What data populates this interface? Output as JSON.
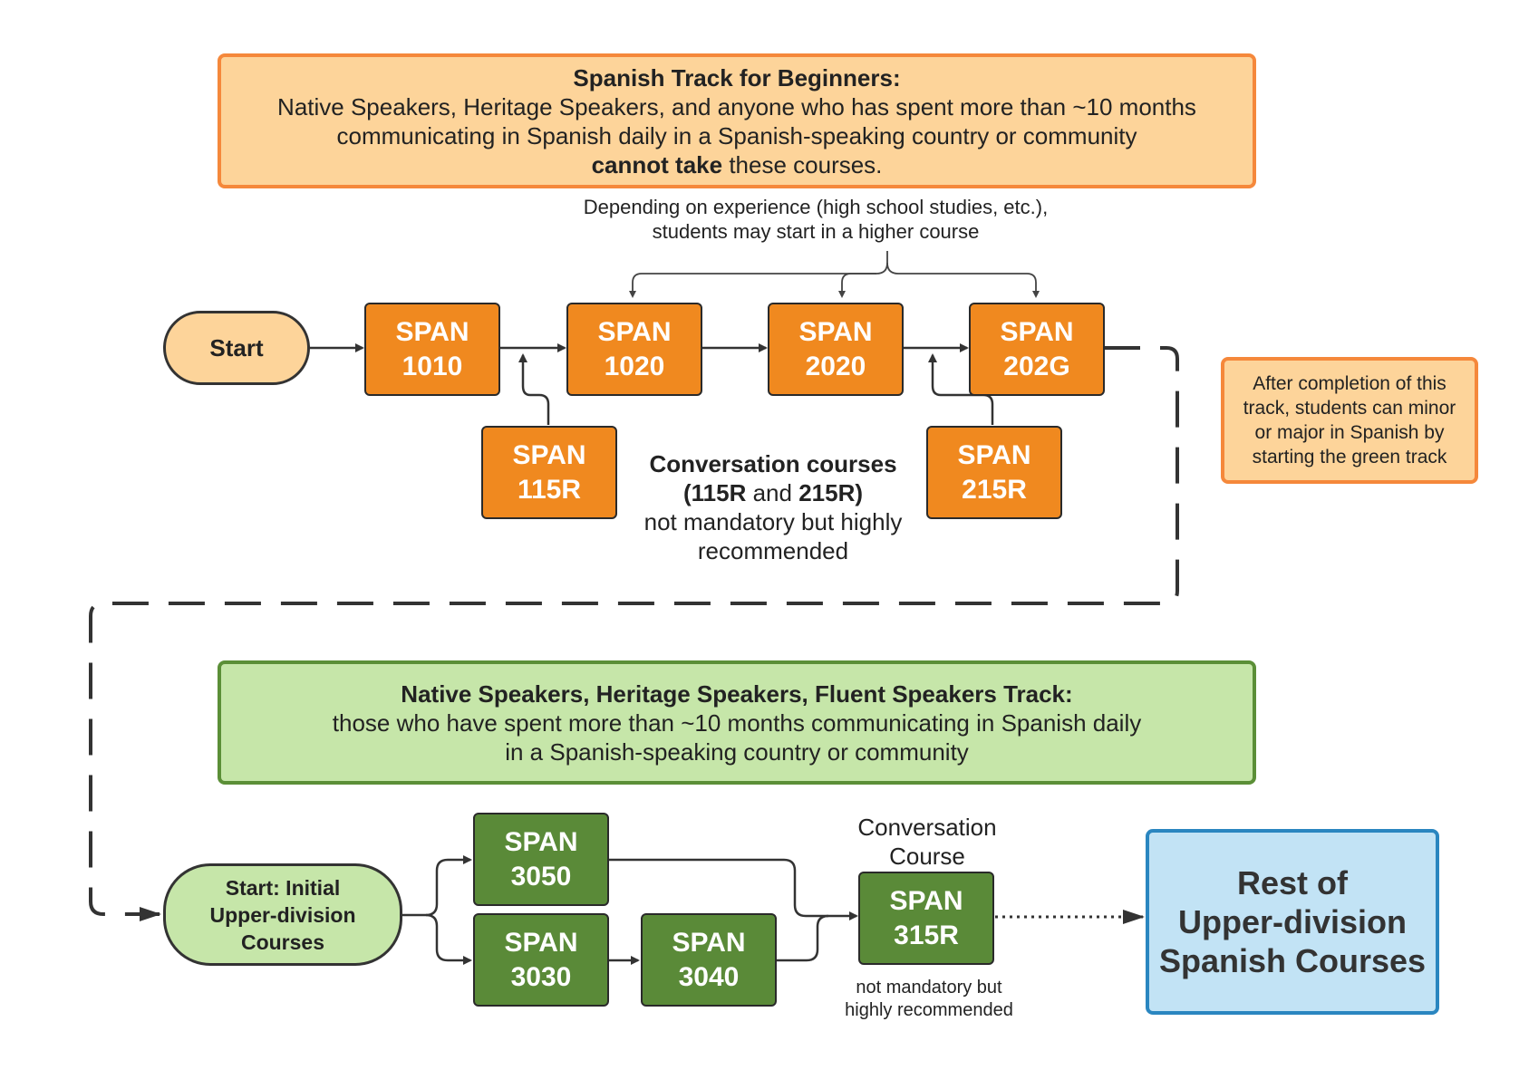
{
  "beginner_banner": {
    "title": "Spanish Track for Beginners:",
    "line1": "Native Speakers, Heritage Speakers, and anyone who has spent more than ~10 months",
    "line2": "communicating in Spanish daily in a Spanish-speaking country or community",
    "line3_bold": "cannot take",
    "line3_rest": " these courses."
  },
  "experience_note": {
    "line1": "Depending on experience (high school studies, etc.),",
    "line2": "students may start in a higher course"
  },
  "start": "Start",
  "beginner_courses": [
    {
      "prefix": "SPAN",
      "number": "1010"
    },
    {
      "prefix": "SPAN",
      "number": "1020"
    },
    {
      "prefix": "SPAN",
      "number": "2020"
    },
    {
      "prefix": "SPAN",
      "number": "202G"
    }
  ],
  "conversation_courses": [
    {
      "prefix": "SPAN",
      "number": "115R"
    },
    {
      "prefix": "SPAN",
      "number": "215R"
    }
  ],
  "conversation_note": {
    "title": "Conversation courses",
    "paren_open": "(",
    "c1": "115R",
    "and": " and ",
    "c2": "215R",
    "paren_close": ")",
    "line3": "not mandatory but highly",
    "line4": "recommended"
  },
  "side_note": {
    "line1": "After completion of this",
    "line2": "track, students can minor",
    "line3": "or major in Spanish by",
    "line4": "starting the green track"
  },
  "fluent_banner": {
    "title": "Native Speakers, Heritage Speakers, Fluent Speakers Track:",
    "line1": "those who have spent more than ~10 months communicating in Spanish daily",
    "line2": "in a Spanish-speaking country or community"
  },
  "upper_start": {
    "line1": "Start: Initial",
    "line2": "Upper-division",
    "line3": "Courses"
  },
  "upper_courses": [
    {
      "prefix": "SPAN",
      "number": "3050"
    },
    {
      "prefix": "SPAN",
      "number": "3030"
    },
    {
      "prefix": "SPAN",
      "number": "3040"
    }
  ],
  "conversation_course_label": {
    "line1": "Conversation",
    "line2": "Course"
  },
  "span315r": {
    "prefix": "SPAN",
    "number": "315R"
  },
  "span315r_note": {
    "line1": "not mandatory but",
    "line2": "highly recommended"
  },
  "final_box": {
    "line1": "Rest of",
    "line2": "Upper-division",
    "line3": "Spanish Courses"
  },
  "colors": {
    "orange": "#f0891f",
    "orange_light": "#fdd49a",
    "green": "#5a8a38",
    "green_light": "#c6e6a9",
    "blue_light": "#c2e3f5",
    "blue_border": "#2a86c0"
  }
}
